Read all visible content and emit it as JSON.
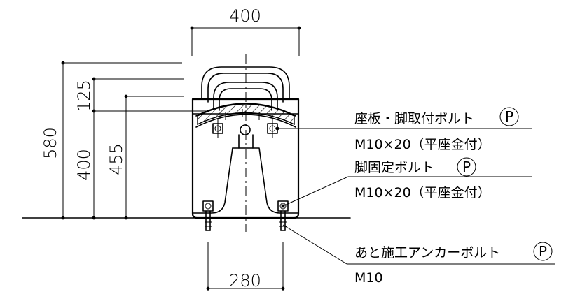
{
  "dimensions": {
    "top_width": "400",
    "bottom_width": "280",
    "total_height": "580",
    "height_125": "125",
    "height_400": "400",
    "height_455": "455"
  },
  "callouts": {
    "seat_bolt_label": "座板・脚取付ボルト",
    "seat_bolt_mark": "P",
    "seat_bolt_spec": "M10×20（平座金付）",
    "leg_bolt_label": "脚固定ボルト",
    "leg_bolt_mark": "P",
    "leg_bolt_spec": "M10×20（平座金付）",
    "anchor_label": "あと施工アンカーボルト",
    "anchor_mark": "P",
    "anchor_spec": "M10"
  }
}
